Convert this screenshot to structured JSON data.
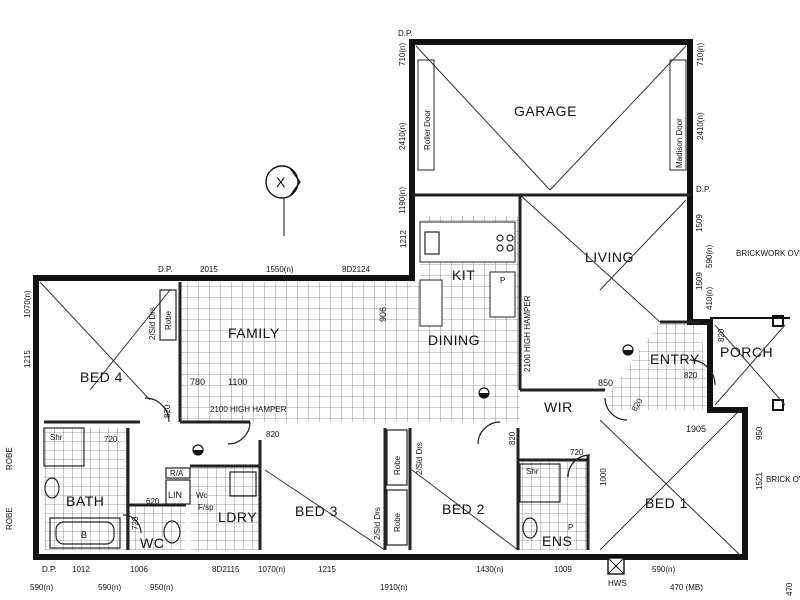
{
  "rooms": {
    "garage": "GARAGE",
    "living": "LIVING",
    "family": "FAMILY",
    "dining": "DINING",
    "kit": "KIT",
    "bed4": "BED 4",
    "bed3": "BED 3",
    "bed2": "BED 2",
    "bed1": "BED 1",
    "entry": "ENTRY",
    "porch": "PORCH",
    "bath": "BATH",
    "wc": "WC",
    "ldry": "LDRY",
    "wir": "WIR",
    "ens": "ENS",
    "lin": "LIN"
  },
  "labels": {
    "roller_door": "Roller Door",
    "madison_door": "Madison Door",
    "hamper_family": "2100 HIGH HAMPER",
    "hamper_dining": "2100 HIGH HAMPER",
    "brickwork_over": "BRICKWORK OVER",
    "brick_over": "BRICK OVER",
    "robe_left_1": "ROBE",
    "robe_left_2": "ROBE",
    "robe_bed4": "Robe",
    "robe_bed3": "Robe",
    "robe_bed3b": "Robe",
    "sld_bed4": "2/Sld Drs",
    "sld_bed3": "2/Sld Drs",
    "sld_bed2": "2/Sld Drs",
    "shr": "Shr",
    "shr_ens": "Shr",
    "ra": "R/A",
    "wc_fixture": "Wc",
    "fsp": "F/sp",
    "p_kit": "P",
    "p_ens": "P",
    "hws": "HWS",
    "bath_b": "B",
    "dp_top": "D.P.",
    "dp_mid": "D.P.",
    "dp_left": "D.P.",
    "dp_bottom": "D.P.",
    "north": "X"
  },
  "dims": {
    "top_2015": "2015",
    "top_1550": "1550(n)",
    "top_8d2124": "8D2124",
    "garage_710_left": "710(n)",
    "garage_2410_left": "2410(n)",
    "garage_1190": "1190(n)",
    "garage_710_right": "710(n)",
    "garage_2410_right": "2410(n)",
    "left_1070": "1070(n)",
    "left_1215": "1215",
    "kit_1212": "1212",
    "dim_906": "906",
    "dim_780": "780",
    "dim_1100": "1100",
    "dim_820_bed4": "820",
    "dim_720_bath": "720",
    "dim_820_family": "820",
    "dim_620": "620",
    "dim_720_wc": "720",
    "dim_820_bed2": "820",
    "dim_850": "850",
    "dim_820_entry": "820",
    "dim_820_wir": "820",
    "dim_720_ens": "720",
    "dim_1000": "1000",
    "dim_1905": "1905",
    "dim_820_porch": "820",
    "dim_950": "950",
    "dim_1509": "1509",
    "dim_590_right": "590(n)",
    "dim_1509b": "1509",
    "dim_410": "410(n)",
    "dim_1521": "1521",
    "b_1012": "1012",
    "b_1006": "1006",
    "b_8d2115": "8D2115",
    "b_1070": "1070(n)",
    "b_1215": "1215",
    "b_1430": "1430(n)",
    "b_1009": "1009",
    "b2_590": "590(n)",
    "b2_590b": "590(n)",
    "b2_950": "950(n)",
    "b2_1910": "1910(n)",
    "b2_590c": "590(n)",
    "b2_470": "470 (MB)",
    "right_470": "470"
  }
}
